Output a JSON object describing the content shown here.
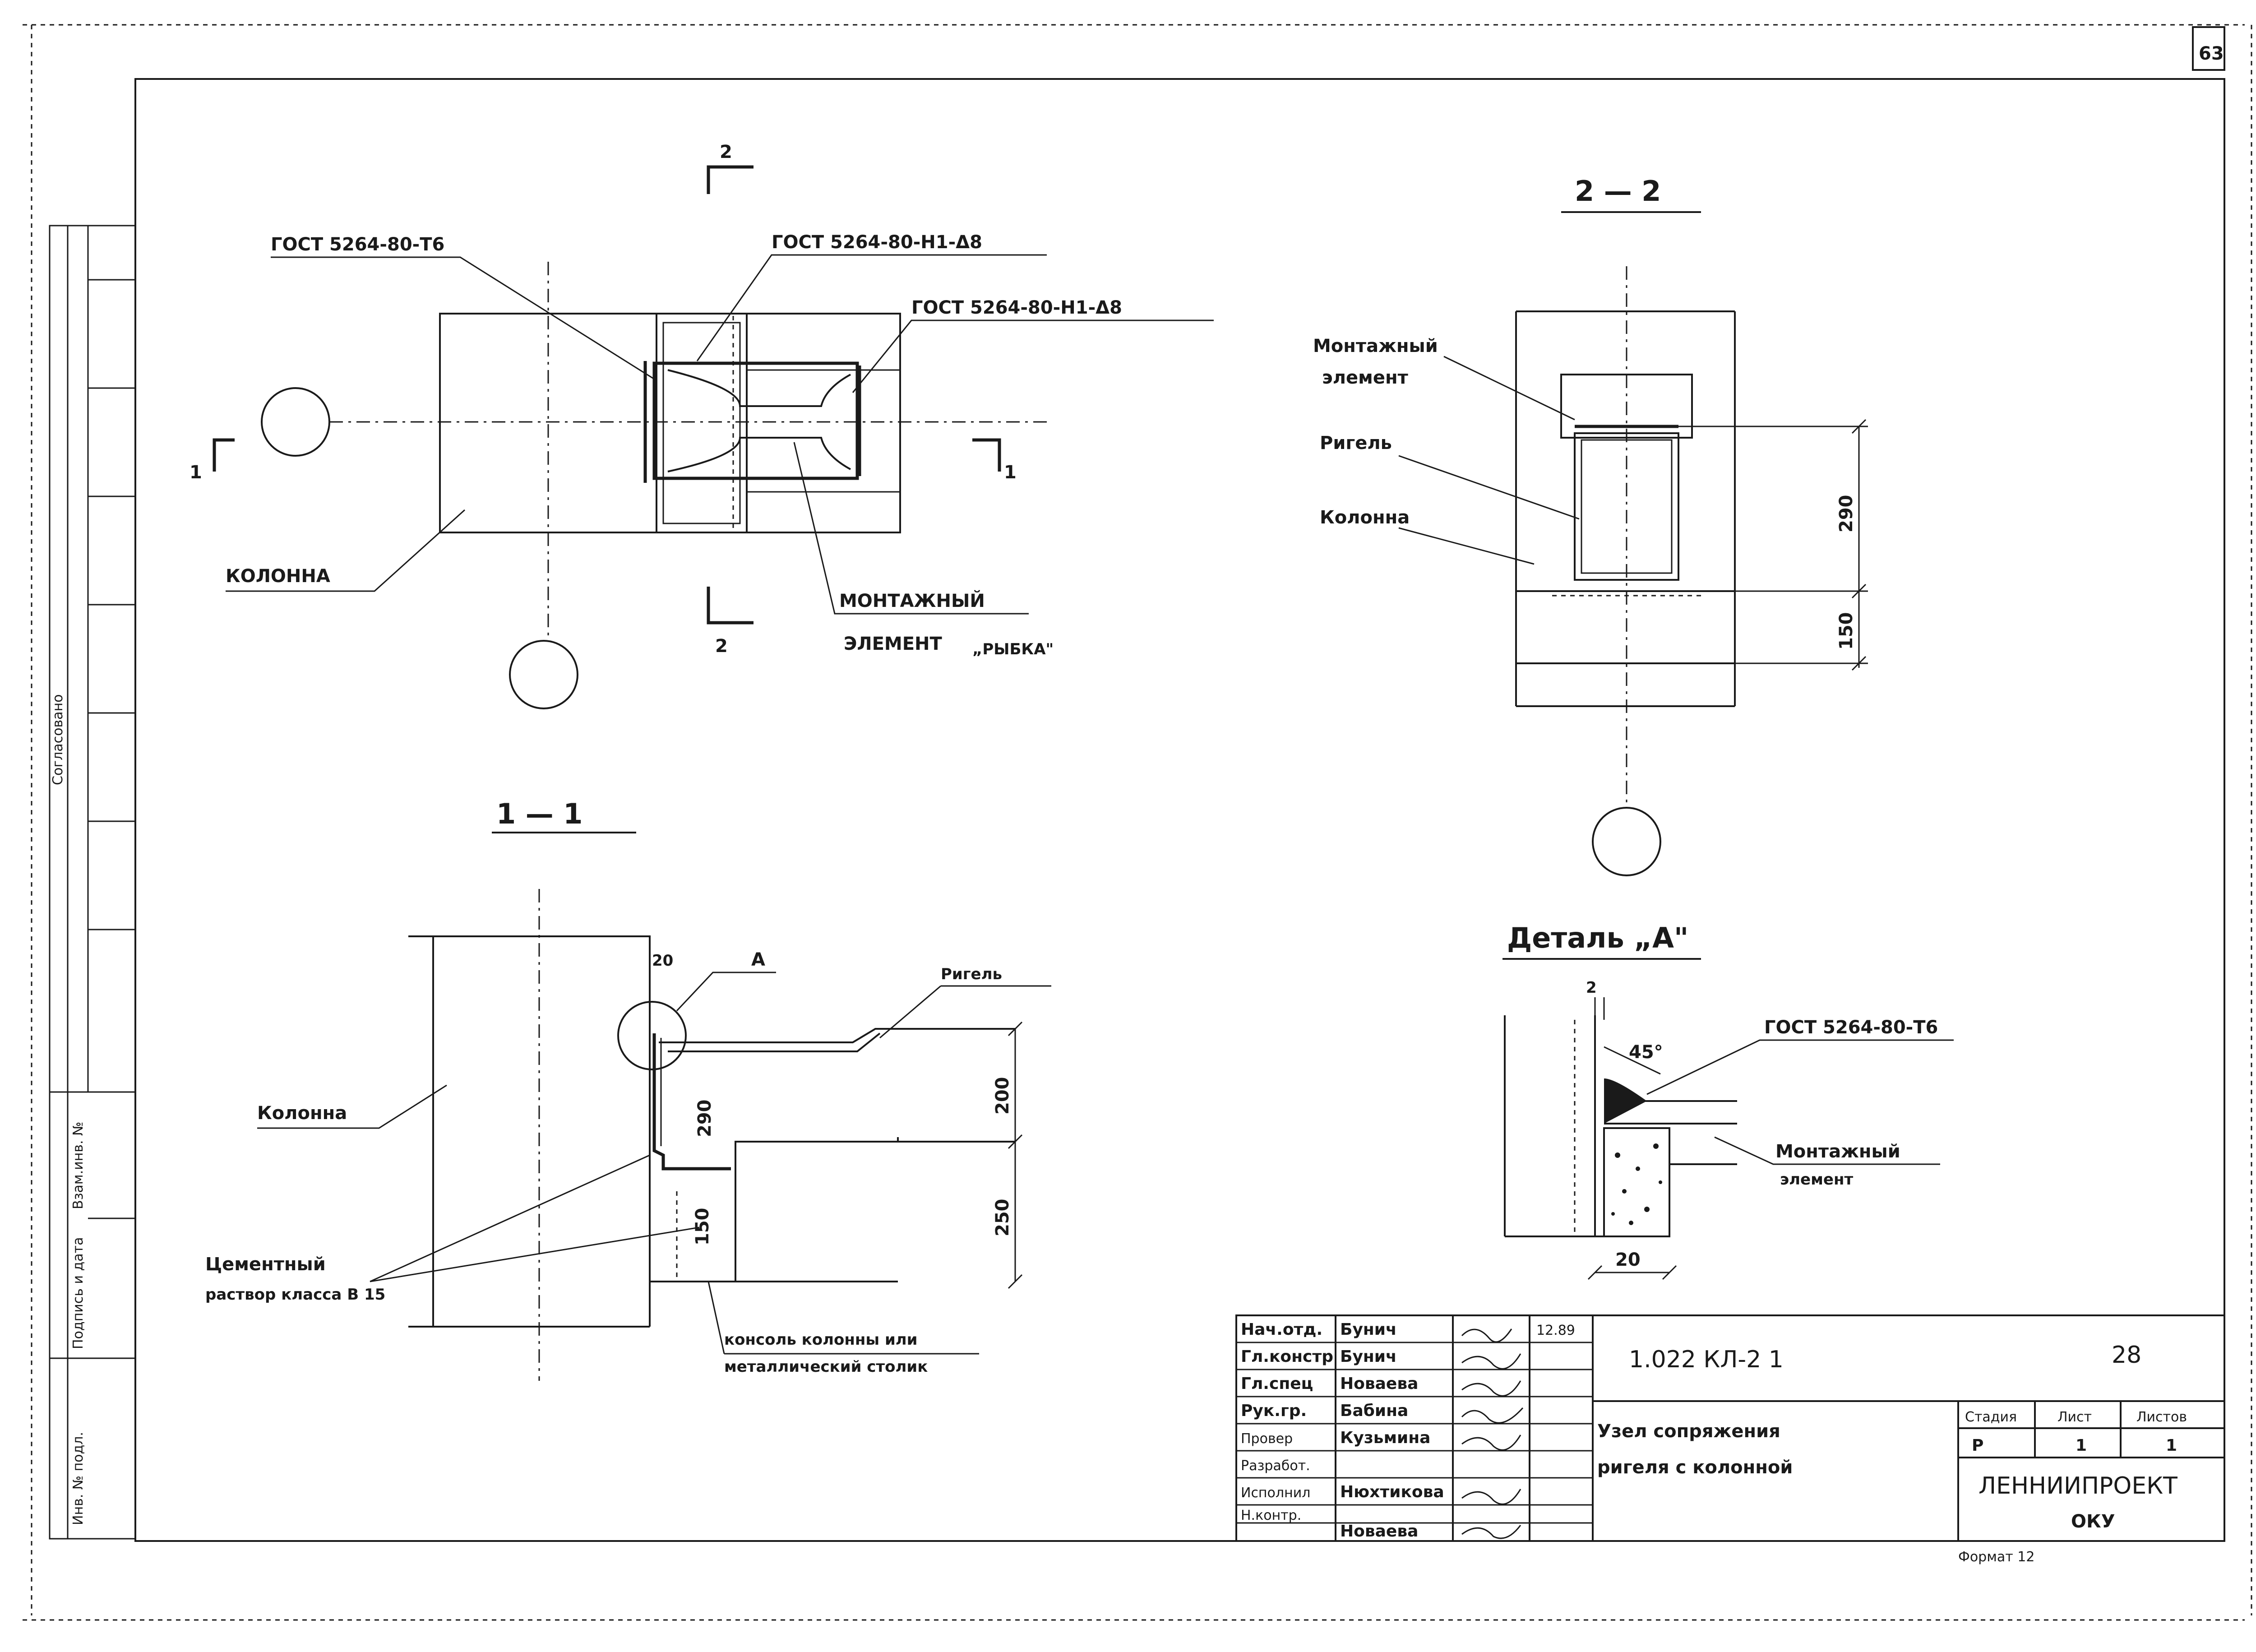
{
  "sheet": {
    "page_number": "63",
    "format": "Формат 12"
  },
  "side_stamp": {
    "agreed": "Согласовано",
    "labels": [
      "Взам.инв. №",
      "Подпись и дата",
      "Инв. № подл."
    ]
  },
  "plan": {
    "gost_t6": "ГОСТ 5264-80-Т6",
    "gost_h1_a": "ГОСТ 5264-80-Н1-Δ8",
    "gost_h1_b": "ГОСТ 5264-80-Н1-Δ8",
    "column": "КОЛОННА",
    "mounting_1": "МОНТАЖНЫЙ",
    "mounting_2": "ЭЛЕМЕНТ",
    "mounting_3": "„РЫБКА\"",
    "cut1_mark": "1",
    "cut2_mark": "2"
  },
  "section_1_1": {
    "title": "1 — 1",
    "column": "Колонна",
    "rigel": "Ригель",
    "detail_mark": "А",
    "cement_1": "Цементный",
    "cement_2": "раствор класса В 15",
    "console_1": "консоль колонны или",
    "console_2": "металлический столик",
    "dims": [
      "20",
      "290",
      "150",
      "200",
      "250"
    ]
  },
  "section_2_2": {
    "title": "2 — 2",
    "mounting_1": "Монтажный",
    "mounting_2": "элемент",
    "rigel": "Ригель",
    "column": "Колонна",
    "dims": [
      "290",
      "150"
    ]
  },
  "detail_a": {
    "title": "Деталь „А\"",
    "gost": "ГОСТ 5264-80-Т6",
    "angle": "45°",
    "mounting_1": "Монтажный",
    "mounting_2": "элемент",
    "dims": [
      "2",
      "20"
    ]
  },
  "title_block": {
    "roles": [
      "Нач.отд.",
      "Гл.констр",
      "Гл.спец",
      "Рук.гр.",
      "Провер",
      "Разработ.",
      "Исполнил",
      "Н.контр."
    ],
    "names": [
      "Бунич",
      "Бунич",
      "Новаева",
      "Бабина",
      "Кузьмина",
      "",
      "Нюхтикова",
      "Новаева"
    ],
    "date": "12.89",
    "doc_code": "1.022 КЛ-2 1",
    "sheet_code": "28",
    "name_1": "Узел сопряжения",
    "name_2": "ригеля с колонной",
    "stage_hdr": "Стадия",
    "sheet_hdr": "Лист",
    "sheets_hdr": "Листов",
    "stage": "Р",
    "sheet": "1",
    "sheets": "1",
    "org_1": "ЛЕННИИПРОЕКТ",
    "org_2": "ОКУ"
  }
}
